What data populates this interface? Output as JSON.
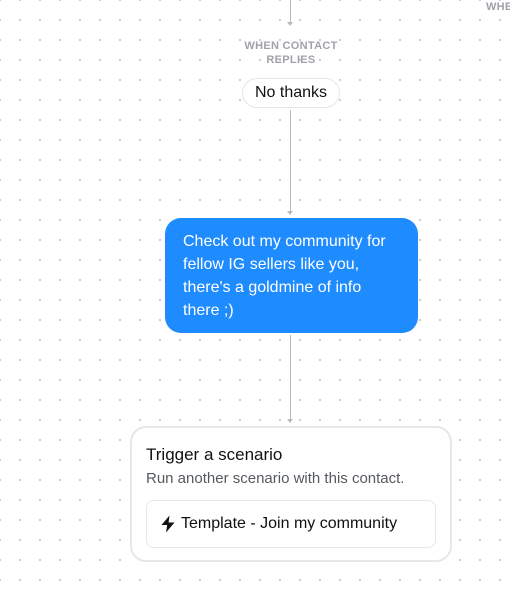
{
  "flow": {
    "edge_label": "WHEN CONTACT REPLIES",
    "edge_label_cut": "WHE",
    "reply_option": "No thanks",
    "message": "Check out my community for fellow IG sellers like you, there's a goldmine of info there ;)",
    "action_card": {
      "title": "Trigger a scenario",
      "description": "Run another scenario with this contact.",
      "template_icon": "bolt-icon",
      "template_label": "Template - Join my community"
    }
  },
  "colors": {
    "canvas_background": "#ffffff",
    "grid_dot": "#c9ccd1",
    "message_bubble": "#1e8bff",
    "connector": "#b9b9bd",
    "edge_label": "#a0a2a8"
  }
}
